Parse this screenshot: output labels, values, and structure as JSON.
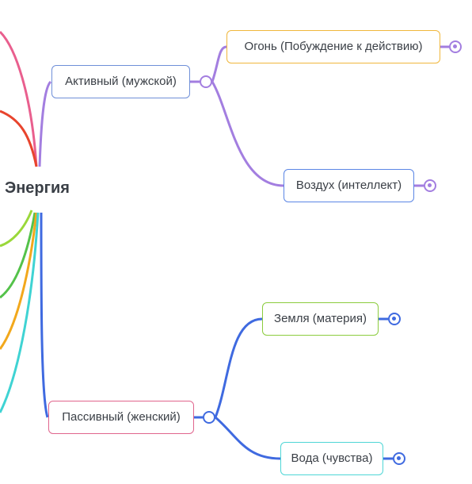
{
  "root": {
    "label": "Энергия"
  },
  "branches": {
    "active": {
      "label": "Активный (мужской)",
      "color": "#a37ee0",
      "border": "#6f8fd8",
      "children": [
        {
          "label": "Огонь (Побуждение к действию)",
          "border": "#f0b73c",
          "color": "#a37ee0"
        },
        {
          "label": "Воздух (интеллект)",
          "border": "#5b86e5",
          "color": "#a37ee0"
        }
      ]
    },
    "passive": {
      "label": "Пассивный (женский)",
      "color": "#3f6ae0",
      "border": "#e0658d",
      "children": [
        {
          "label": "Земля (материя)",
          "border": "#8ccc3e",
          "color": "#3f6ae0"
        },
        {
          "label": "Вода (чувства)",
          "border": "#4fd6d6",
          "color": "#3f6ae0"
        }
      ]
    }
  },
  "offscreen_branch_colors": [
    "#e95f8e",
    "#e8442d",
    "#9ad83a",
    "#54c24a",
    "#f2a81c",
    "#3fd3d3"
  ]
}
